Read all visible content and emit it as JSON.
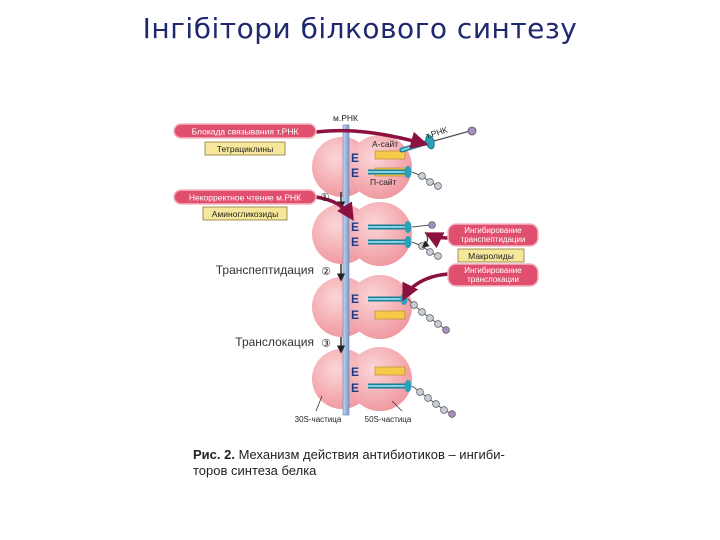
{
  "title": "Інгібітори білкового синтезу",
  "labels": {
    "mrna": "м.РНК",
    "trna": "т.РНК",
    "a_site": "А-сайт",
    "p_site": "П-сайт",
    "e_letter": "E",
    "particle_30s": "30S-частица",
    "particle_50s": "50S-частица"
  },
  "blocks": {
    "trna_binding_block": "Блокада связывания т.РНК",
    "tetracyclines": "Тетрациклины",
    "incorrect_reading": "Некорректное чтение м.РНК",
    "aminoglycosides": "Аминогликозиды",
    "transpeptidation_inhibition_1": "Ингибирование",
    "transpeptidation_inhibition_2": "транспептидации",
    "macrolides": "Макролиды",
    "translocation_inhibition_1": "Ингибирование",
    "translocation_inhibition_2": "транслокации"
  },
  "steps": [
    {
      "num": "①",
      "label": ""
    },
    {
      "num": "②",
      "label": "Транспептидация"
    },
    {
      "num": "③",
      "label": "Транслокация"
    }
  ],
  "caption": {
    "prefix": "Рис. 2.",
    "line1": " Механизм действия антибиотиков – ингиби-",
    "line2": "торов синтеза белка"
  },
  "colors": {
    "title": "#1f2a6e",
    "ribosome": "#f2a6ab",
    "banner": "#e0506e",
    "drug_box": "#f6e79a",
    "trna_stem": "#3ab0c8",
    "mrna": "#9db6dc",
    "arrow": "#8c1040"
  }
}
